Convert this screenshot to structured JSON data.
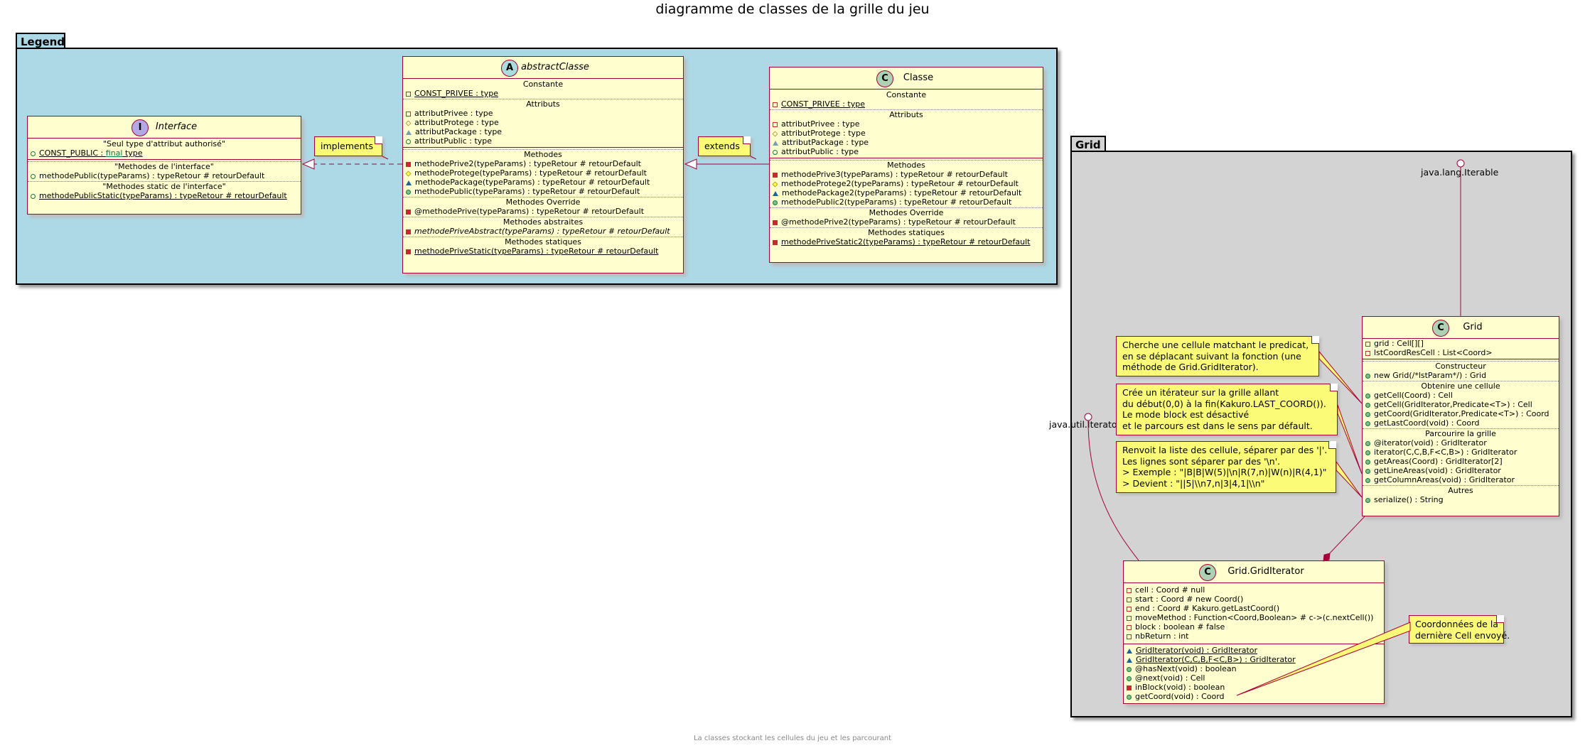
{
  "title": "diagramme de classes de la grille du jeu",
  "caption": "La classes stockant les cellules du jeu et les parcourant",
  "packages": {
    "legend": "Legend",
    "grid": "Grid"
  },
  "legend": {
    "interface": {
      "stereotype": "I",
      "name": "Interface",
      "s1": "\"Seul type d'attribut authorisé\"",
      "const": "CONST_PUBLIC",
      "const_sep": " : ",
      "const_final": "final",
      "const_type": " type",
      "s2": "\"Methodes de l'interface\"",
      "m1": "methodePublic(typeParams) : typeRetour # retourDefault",
      "s3": "\"Methodes static de l'interface\"",
      "m2": "methodePublicStatic(typeParams) : typeRetour # retourDefault"
    },
    "abstract": {
      "stereotype": "A",
      "name": "abstractClasse",
      "s_const": "Constante",
      "const": "CONST_PRIVEE : type",
      "s_attr": "Attributs",
      "attrs": [
        "attributPrivee : type",
        "attributProtege : type",
        "attributPackage : type",
        "attributPublic : type"
      ],
      "s_meth": "Methodes",
      "meths": [
        "methodePrive2(typeParams) : typeRetour # retourDefault",
        "methodeProtege(typeParams) : typeRetour # retourDefault",
        "methodePackage(typeParams) : typeRetour # retourDefault",
        "methodePublic(typeParams) : typeRetour # retourDefault"
      ],
      "s_over": "Methodes Override",
      "over": "@methodePrive(typeParams) : typeRetour # retourDefault",
      "s_abs": "Methodes abstraites",
      "abs": "methodePriveAbstract(typeParams) : typeRetour # retourDefault",
      "s_stat": "Methodes statiques",
      "stat": "methodePriveStatic(typeParams) : typeRetour # retourDefault"
    },
    "classe": {
      "stereotype": "C",
      "name": "Classe",
      "s_const": "Constante",
      "const": "CONST_PRIVEE : type",
      "s_attr": "Attributs",
      "attrs": [
        "attributPrivee : type",
        "attributProtege : type",
        "attributPackage : type",
        "attributPublic : type"
      ],
      "s_meth": "Methodes",
      "meths": [
        "methodePrive3(typeParams) : typeRetour # retourDefault",
        "methodeProtege2(typeParams) : typeRetour # retourDefault",
        "methodePackage2(typeParams) : typeRetour # retourDefault",
        "methodePublic2(typeParams) : typeRetour # retourDefault"
      ],
      "s_over": "Methodes Override",
      "over": "@methodePrive2(typeParams) : typeRetour # retourDefault",
      "s_stat": "Methodes statiques",
      "stat": "methodePriveStatic2(typeParams) : typeRetour # retourDefault"
    },
    "note_implements": "implements",
    "note_extends": "extends"
  },
  "grid": {
    "iterable": "java.lang.Iterable",
    "iterator": "java.util.Iterator",
    "grid_class": {
      "stereotype": "C",
      "name": "Grid",
      "fields": [
        "grid : Cell[][]",
        "lstCoordResCell : List<Coord>"
      ],
      "s_cons": "Constructeur",
      "cons": "new Grid(/*lstParam*/) : Grid",
      "s_get": "Obtenire une cellule",
      "get": [
        "getCell(Coord) : Cell",
        "getCell(GridIterator,Predicate<T>) : Cell",
        "getCoord(GridIterator,Predicate<T>) : Coord",
        "getLastCoord(void) : Coord"
      ],
      "s_par": "Parcourire la grille",
      "par": [
        "@iterator(void) : GridIterator",
        "iterator(C,C,B,F<C,B>) : GridIterator",
        "getAreas(Coord) : GridIterator[2]",
        "getLineAreas(void) : GridIterator",
        "getColumnAreas(void) : GridIterator"
      ],
      "s_aut": "Autres",
      "aut": "serialize() : String"
    },
    "iter_class": {
      "stereotype": "C",
      "name": "Grid.GridIterator",
      "fields": [
        "cell : Coord # null",
        "start : Coord # new Coord()",
        "end : Coord # Kakuro.getLastCoord()",
        "moveMethod : Function<Coord,Boolean> # c->(c.nextCell())",
        "block : boolean # false",
        "nbReturn : int"
      ],
      "meths": [
        "GridIterator(void) : GridIterator",
        "GridIterator(C,C,B,F<C,B>) : GridIterator",
        "@hasNext(void) : boolean",
        "@next(void) : Cell",
        "inBlock(void) : boolean",
        "getCoord(void) : Coord"
      ]
    },
    "note1": [
      "Cherche une cellule matchant le predicat,",
      "en se déplacant suivant la fonction (une",
      "méthode de Grid.GridIterator)."
    ],
    "note2": [
      "Crée un itérateur sur la grille allant",
      "du début(0,0) à la fin(Kakuro.LAST_COORD()).",
      "Le mode block est désactivé",
      "et le parcours est dans le sens par défault."
    ],
    "note3": [
      "Renvoit la liste des cellule, séparer par des '|'.",
      "Les lignes sont séparer par des '\\n'.",
      "> Exemple : \"|B|B|W(5)|\\n|R(7,n)|W(n)|R(4,1)\"",
      "> Devient : \"||5|\\\\n7,n|3|4,1|\\\\n\""
    ],
    "note4": [
      "Coordonnées de la",
      "dernière Cell envoyé."
    ]
  }
}
